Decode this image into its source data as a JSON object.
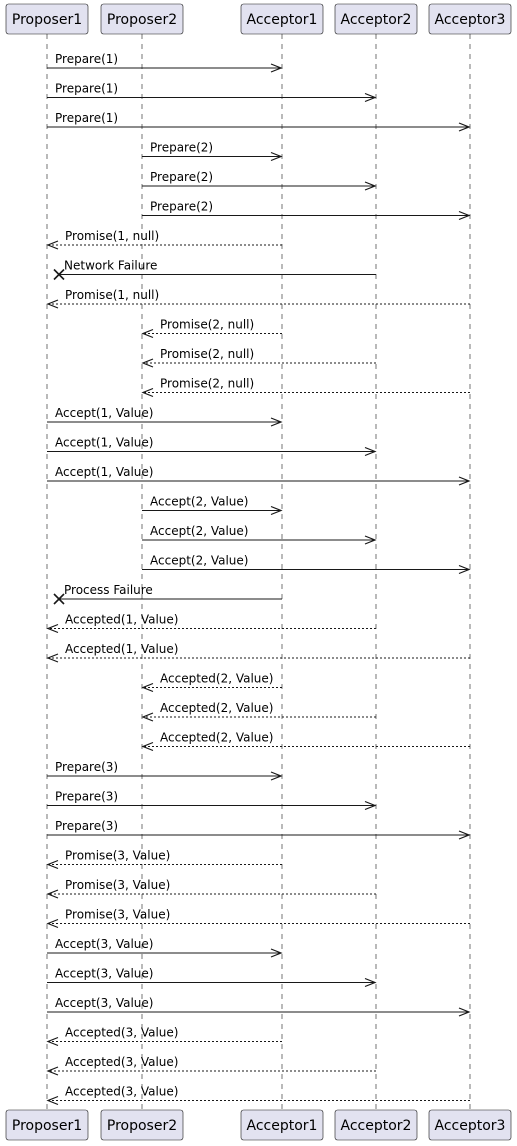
{
  "participants": [
    "Proposer1",
    "Proposer2",
    "Acceptor1",
    "Acceptor2",
    "Acceptor3"
  ],
  "messages": [
    {
      "from": "Proposer1",
      "to": "Acceptor1",
      "label": "Prepare(1)",
      "style": "solid"
    },
    {
      "from": "Proposer1",
      "to": "Acceptor2",
      "label": "Prepare(1)",
      "style": "solid"
    },
    {
      "from": "Proposer1",
      "to": "Acceptor3",
      "label": "Prepare(1)",
      "style": "solid"
    },
    {
      "from": "Proposer2",
      "to": "Acceptor1",
      "label": "Prepare(2)",
      "style": "solid"
    },
    {
      "from": "Proposer2",
      "to": "Acceptor2",
      "label": "Prepare(2)",
      "style": "solid"
    },
    {
      "from": "Proposer2",
      "to": "Acceptor3",
      "label": "Prepare(2)",
      "style": "solid"
    },
    {
      "from": "Acceptor1",
      "to": "Proposer1",
      "label": "Promise(1, null)",
      "style": "dashed"
    },
    {
      "from": "Acceptor2",
      "to": "Proposer1",
      "label": "Network Failure",
      "style": "lost"
    },
    {
      "from": "Acceptor3",
      "to": "Proposer1",
      "label": "Promise(1, null)",
      "style": "dashed"
    },
    {
      "from": "Acceptor1",
      "to": "Proposer2",
      "label": "Promise(2, null)",
      "style": "dashed"
    },
    {
      "from": "Acceptor2",
      "to": "Proposer2",
      "label": "Promise(2, null)",
      "style": "dashed"
    },
    {
      "from": "Acceptor3",
      "to": "Proposer2",
      "label": "Promise(2, null)",
      "style": "dashed"
    },
    {
      "from": "Proposer1",
      "to": "Acceptor1",
      "label": "Accept(1, Value)",
      "style": "solid"
    },
    {
      "from": "Proposer1",
      "to": "Acceptor2",
      "label": "Accept(1, Value)",
      "style": "solid"
    },
    {
      "from": "Proposer1",
      "to": "Acceptor3",
      "label": "Accept(1, Value)",
      "style": "solid"
    },
    {
      "from": "Proposer2",
      "to": "Acceptor1",
      "label": "Accept(2, Value)",
      "style": "solid"
    },
    {
      "from": "Proposer2",
      "to": "Acceptor2",
      "label": "Accept(2, Value)",
      "style": "solid"
    },
    {
      "from": "Proposer2",
      "to": "Acceptor3",
      "label": "Accept(2, Value)",
      "style": "solid"
    },
    {
      "from": "Acceptor1",
      "to": "Proposer1",
      "label": "Process Failure",
      "style": "lost"
    },
    {
      "from": "Acceptor2",
      "to": "Proposer1",
      "label": "Accepted(1, Value)",
      "style": "dashed"
    },
    {
      "from": "Acceptor3",
      "to": "Proposer1",
      "label": "Accepted(1, Value)",
      "style": "dashed"
    },
    {
      "from": "Acceptor1",
      "to": "Proposer2",
      "label": "Accepted(2, Value)",
      "style": "dashed"
    },
    {
      "from": "Acceptor2",
      "to": "Proposer2",
      "label": "Accepted(2, Value)",
      "style": "dashed"
    },
    {
      "from": "Acceptor3",
      "to": "Proposer2",
      "label": "Accepted(2, Value)",
      "style": "dashed"
    },
    {
      "from": "Proposer1",
      "to": "Acceptor1",
      "label": "Prepare(3)",
      "style": "solid"
    },
    {
      "from": "Proposer1",
      "to": "Acceptor2",
      "label": "Prepare(3)",
      "style": "solid"
    },
    {
      "from": "Proposer1",
      "to": "Acceptor3",
      "label": "Prepare(3)",
      "style": "solid"
    },
    {
      "from": "Acceptor1",
      "to": "Proposer1",
      "label": "Promise(3, Value)",
      "style": "dashed"
    },
    {
      "from": "Acceptor2",
      "to": "Proposer1",
      "label": "Promise(3, Value)",
      "style": "dashed"
    },
    {
      "from": "Acceptor3",
      "to": "Proposer1",
      "label": "Promise(3, Value)",
      "style": "dashed"
    },
    {
      "from": "Proposer1",
      "to": "Acceptor1",
      "label": "Accept(3, Value)",
      "style": "solid"
    },
    {
      "from": "Proposer1",
      "to": "Acceptor2",
      "label": "Accept(3, Value)",
      "style": "solid"
    },
    {
      "from": "Proposer1",
      "to": "Acceptor3",
      "label": "Accept(3, Value)",
      "style": "solid"
    },
    {
      "from": "Acceptor1",
      "to": "Proposer1",
      "label": "Accepted(3, Value)",
      "style": "dashed"
    },
    {
      "from": "Acceptor2",
      "to": "Proposer1",
      "label": "Accepted(3, Value)",
      "style": "dashed"
    },
    {
      "from": "Acceptor3",
      "to": "Proposer1",
      "label": "Accepted(3, Value)",
      "style": "dashed"
    }
  ]
}
